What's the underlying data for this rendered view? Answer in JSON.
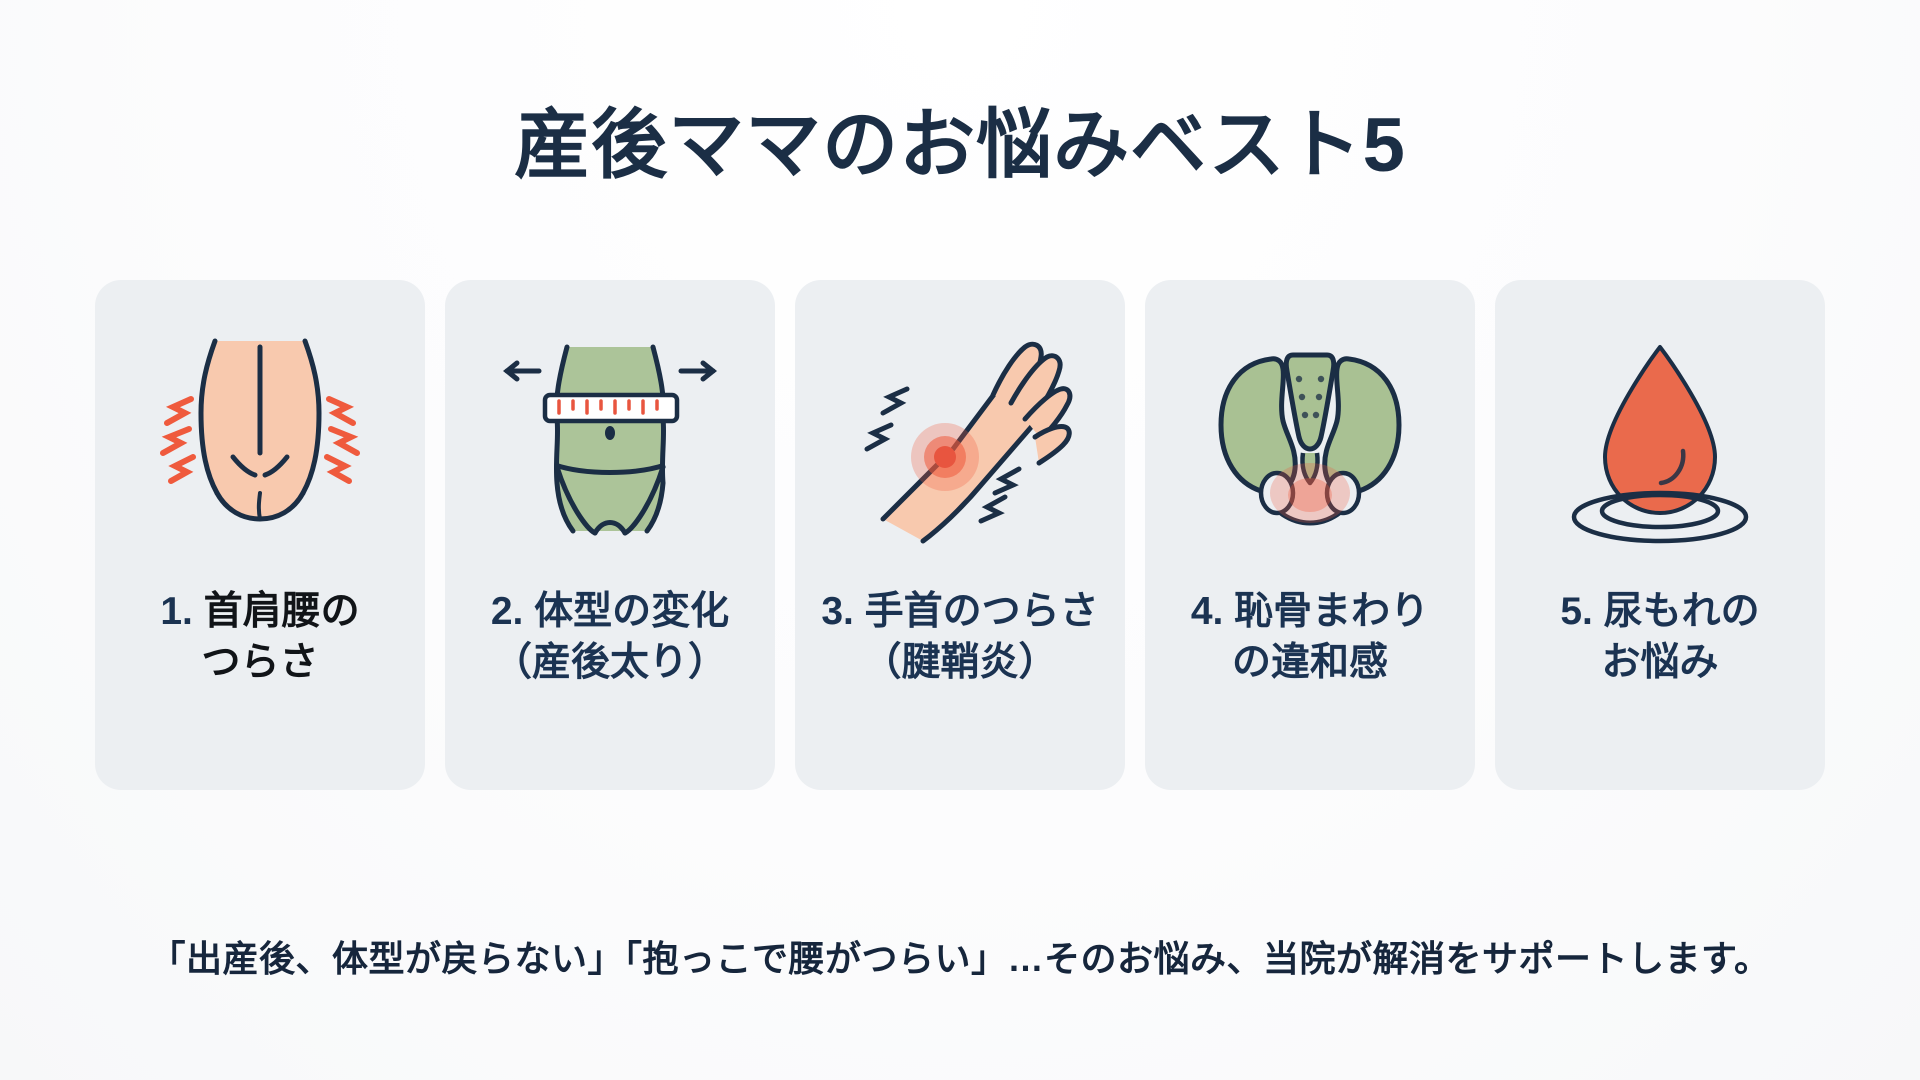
{
  "page": {
    "title": "産後ママのお悩みベスト5",
    "caption": "「出産後、体型が戻らない」「抱っこで腰がつらい」…そのお悩み、当院が解消をサポートします。",
    "background_color": "#fdfdfd",
    "title_color": "#1b2e45",
    "card_background_color": "#eceff2",
    "card_label_color": "#1b3352",
    "accent_pain_color": "#e8553f",
    "accent_body_color": "#f6c5ab",
    "accent_green_color": "#a9c193",
    "outline_color": "#1b2e45"
  },
  "cards": [
    {
      "number": "1.",
      "line1": " 首肩腰の",
      "line2": "つらさ",
      "icon": "back-torso-pain-icon",
      "label_style": "dark"
    },
    {
      "number": "2.",
      "line1": " 体型の変化",
      "line2": "（産後太り）",
      "icon": "waist-measuring-tape-icon",
      "label_style": "navy"
    },
    {
      "number": "3.",
      "line1": " 手首のつらさ",
      "line2": "（腱鞘炎）",
      "icon": "wrist-pain-icon",
      "label_style": "navy"
    },
    {
      "number": "4.",
      "line1": " 恥骨まわり",
      "line2": "の違和感",
      "icon": "pelvis-bone-icon",
      "label_style": "navy"
    },
    {
      "number": "5.",
      "line1": " 尿もれの",
      "line2": "お悩み",
      "icon": "water-droplet-icon",
      "label_style": "navy"
    }
  ]
}
